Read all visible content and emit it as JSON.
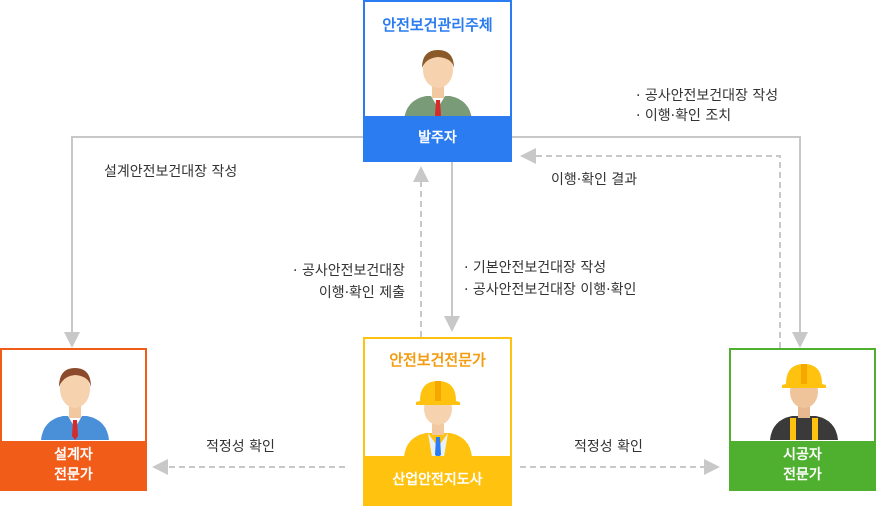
{
  "owner": {
    "header": "안전보건관리주체",
    "role": "발주자",
    "color": "#2a7cf0"
  },
  "consultant": {
    "header": "안전보건전문가",
    "role": "산업안전지도사",
    "color": "#ffc20e",
    "header_color": "#f39c12"
  },
  "designer": {
    "role_line1": "설계자",
    "role_line2": "전문가",
    "color": "#f25c19"
  },
  "contractor": {
    "role_line1": "시공자",
    "role_line2": "전문가",
    "color": "#4fb02f"
  },
  "flows": {
    "owner_to_designer": "설계안전보건대장 작성",
    "owner_to_contractor_line1": "· 공사안전보건대장 작성",
    "owner_to_contractor_line2": "· 이행·확인 조치",
    "contractor_to_owner": "이행·확인 결과",
    "consultant_to_owner_line1": "· 공사안전보건대장",
    "consultant_to_owner_line2": "이행·확인 제출",
    "owner_to_consultant_line1": "· 기본안전보건대장 작성",
    "owner_to_consultant_line2": "· 공사안전보건대장 이행·확인",
    "consultant_to_designer": "적정성 확인",
    "consultant_to_contractor": "적정성 확인"
  },
  "icons": [
    "businessman-icon",
    "construction-worker-icon"
  ]
}
